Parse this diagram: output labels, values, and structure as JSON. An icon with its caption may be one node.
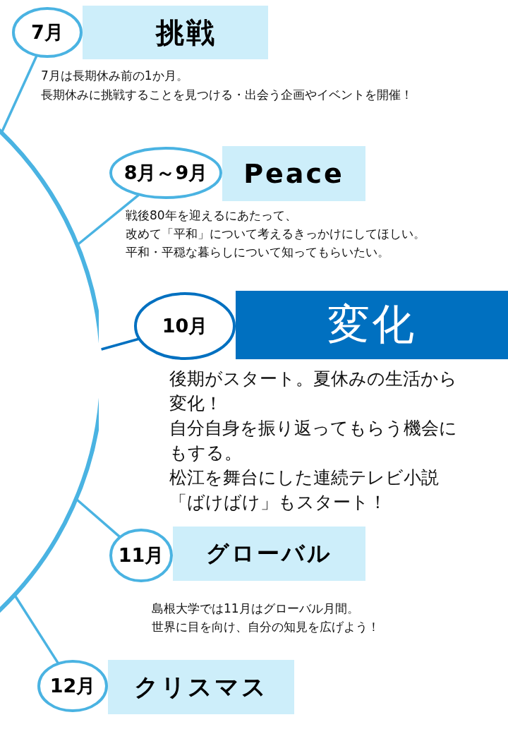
{
  "diagram": {
    "nodes": [
      {
        "text": [],
        "shape": "circle"
      },
      {
        "text": [
          "7月"
        ]
      },
      {
        "text": [
          "挑戦"
        ],
        "beside": [
          "7月は長期休み前の1か月。",
          "長期休みに挑戦することを見つける・出会う企画やイベントを開催！"
        ]
      },
      {
        "text": [
          "8月～9月"
        ]
      },
      {
        "text": [
          "Peace"
        ],
        "beside": [
          "戦後80年を迎えるにあたって、",
          "改めて「平和」について考えるきっかけにしてほしい。",
          "平和・平穏な暮らしについて知ってもらいたい。"
        ]
      },
      {
        "text": [
          "10月"
        ]
      },
      {
        "text": [
          "変化"
        ],
        "beside": [
          "後期がスタート。夏休みの生活から変化！",
          "自分自身を振り返ってもらう機会にもする。",
          "松江を舞台にした連続テレビ小説「ばけばけ」もスタート！"
        ]
      },
      {
        "text": [
          "11月"
        ]
      },
      {
        "text": [
          "グローバル"
        ],
        "beside": [
          "島根大学では11月はグローバル月間。",
          "世界に目を向け、自分の知見を広げよう！"
        ]
      },
      {
        "text": [
          "12月"
        ]
      },
      {
        "text": [
          "クリスマス"
        ]
      }
    ],
    "edges": [
      {
        "from": 0,
        "to": 1,
        "arrow": "none"
      },
      {
        "from": 0,
        "to": 3,
        "arrow": "none"
      },
      {
        "from": 0,
        "to": 5,
        "arrow": "none",
        "color": "#0070c0"
      },
      {
        "from": 0,
        "to": 7,
        "arrow": "none"
      },
      {
        "from": 0,
        "to": 9,
        "arrow": "none"
      }
    ]
  }
}
